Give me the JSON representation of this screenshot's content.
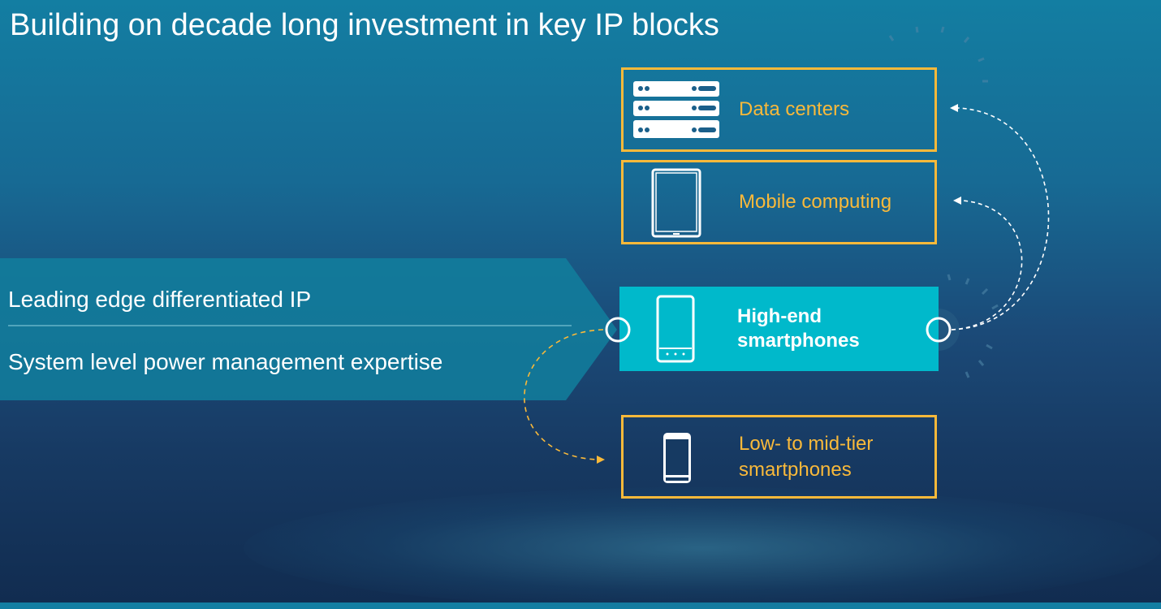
{
  "title": "Building on decade long investment in key IP blocks",
  "banner": {
    "line1": "Leading edge differentiated IP",
    "line2": "System level power management expertise"
  },
  "segments": [
    {
      "label": "Data centers",
      "icon": "server-rack-icon"
    },
    {
      "label": "Mobile computing",
      "icon": "tablet-icon"
    },
    {
      "label": "High-end smartphones",
      "icon": "smartphone-icon",
      "line1": "High-end",
      "line2": "smartphones",
      "highlighted": true
    },
    {
      "label": "Low- to mid-tier smartphones",
      "icon": "basic-phone-icon",
      "line1": "Low- to mid-tier",
      "line2": "smartphones"
    }
  ],
  "colors": {
    "accent": "#f9b93a",
    "highlight": "#00b9cb",
    "banner": "#127f9e"
  }
}
